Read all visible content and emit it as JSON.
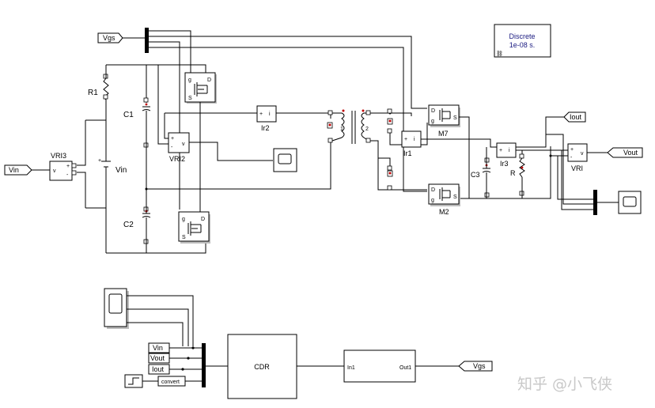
{
  "solver": {
    "line1": "Discrete",
    "line2": "1e-08 s."
  },
  "tags": {
    "vgs": "Vgs",
    "vin": "Vin",
    "vout": "Vout",
    "iout": "Iout",
    "convert": "convert"
  },
  "labels": {
    "r1": "R1",
    "c1": "C1",
    "c2": "C2",
    "vin_src": "Vin",
    "vri3": "VRI3",
    "vri2": "VRI2",
    "ir2": "Ir2",
    "ir1": "Ir1",
    "ir3": "Ir3",
    "m7": "M7",
    "m2": "M2",
    "c3": "C3",
    "r": "R",
    "vri": "VRI",
    "cdr": "CDR",
    "in1": "In1",
    "out1": "Out1"
  },
  "port_labels": {
    "plus": "+",
    "minus": "-",
    "v": "v",
    "i": "i",
    "g": "g",
    "d": "D",
    "s": "S",
    "one": "1",
    "two": "2"
  },
  "watermark": "知乎 @小飞侠"
}
